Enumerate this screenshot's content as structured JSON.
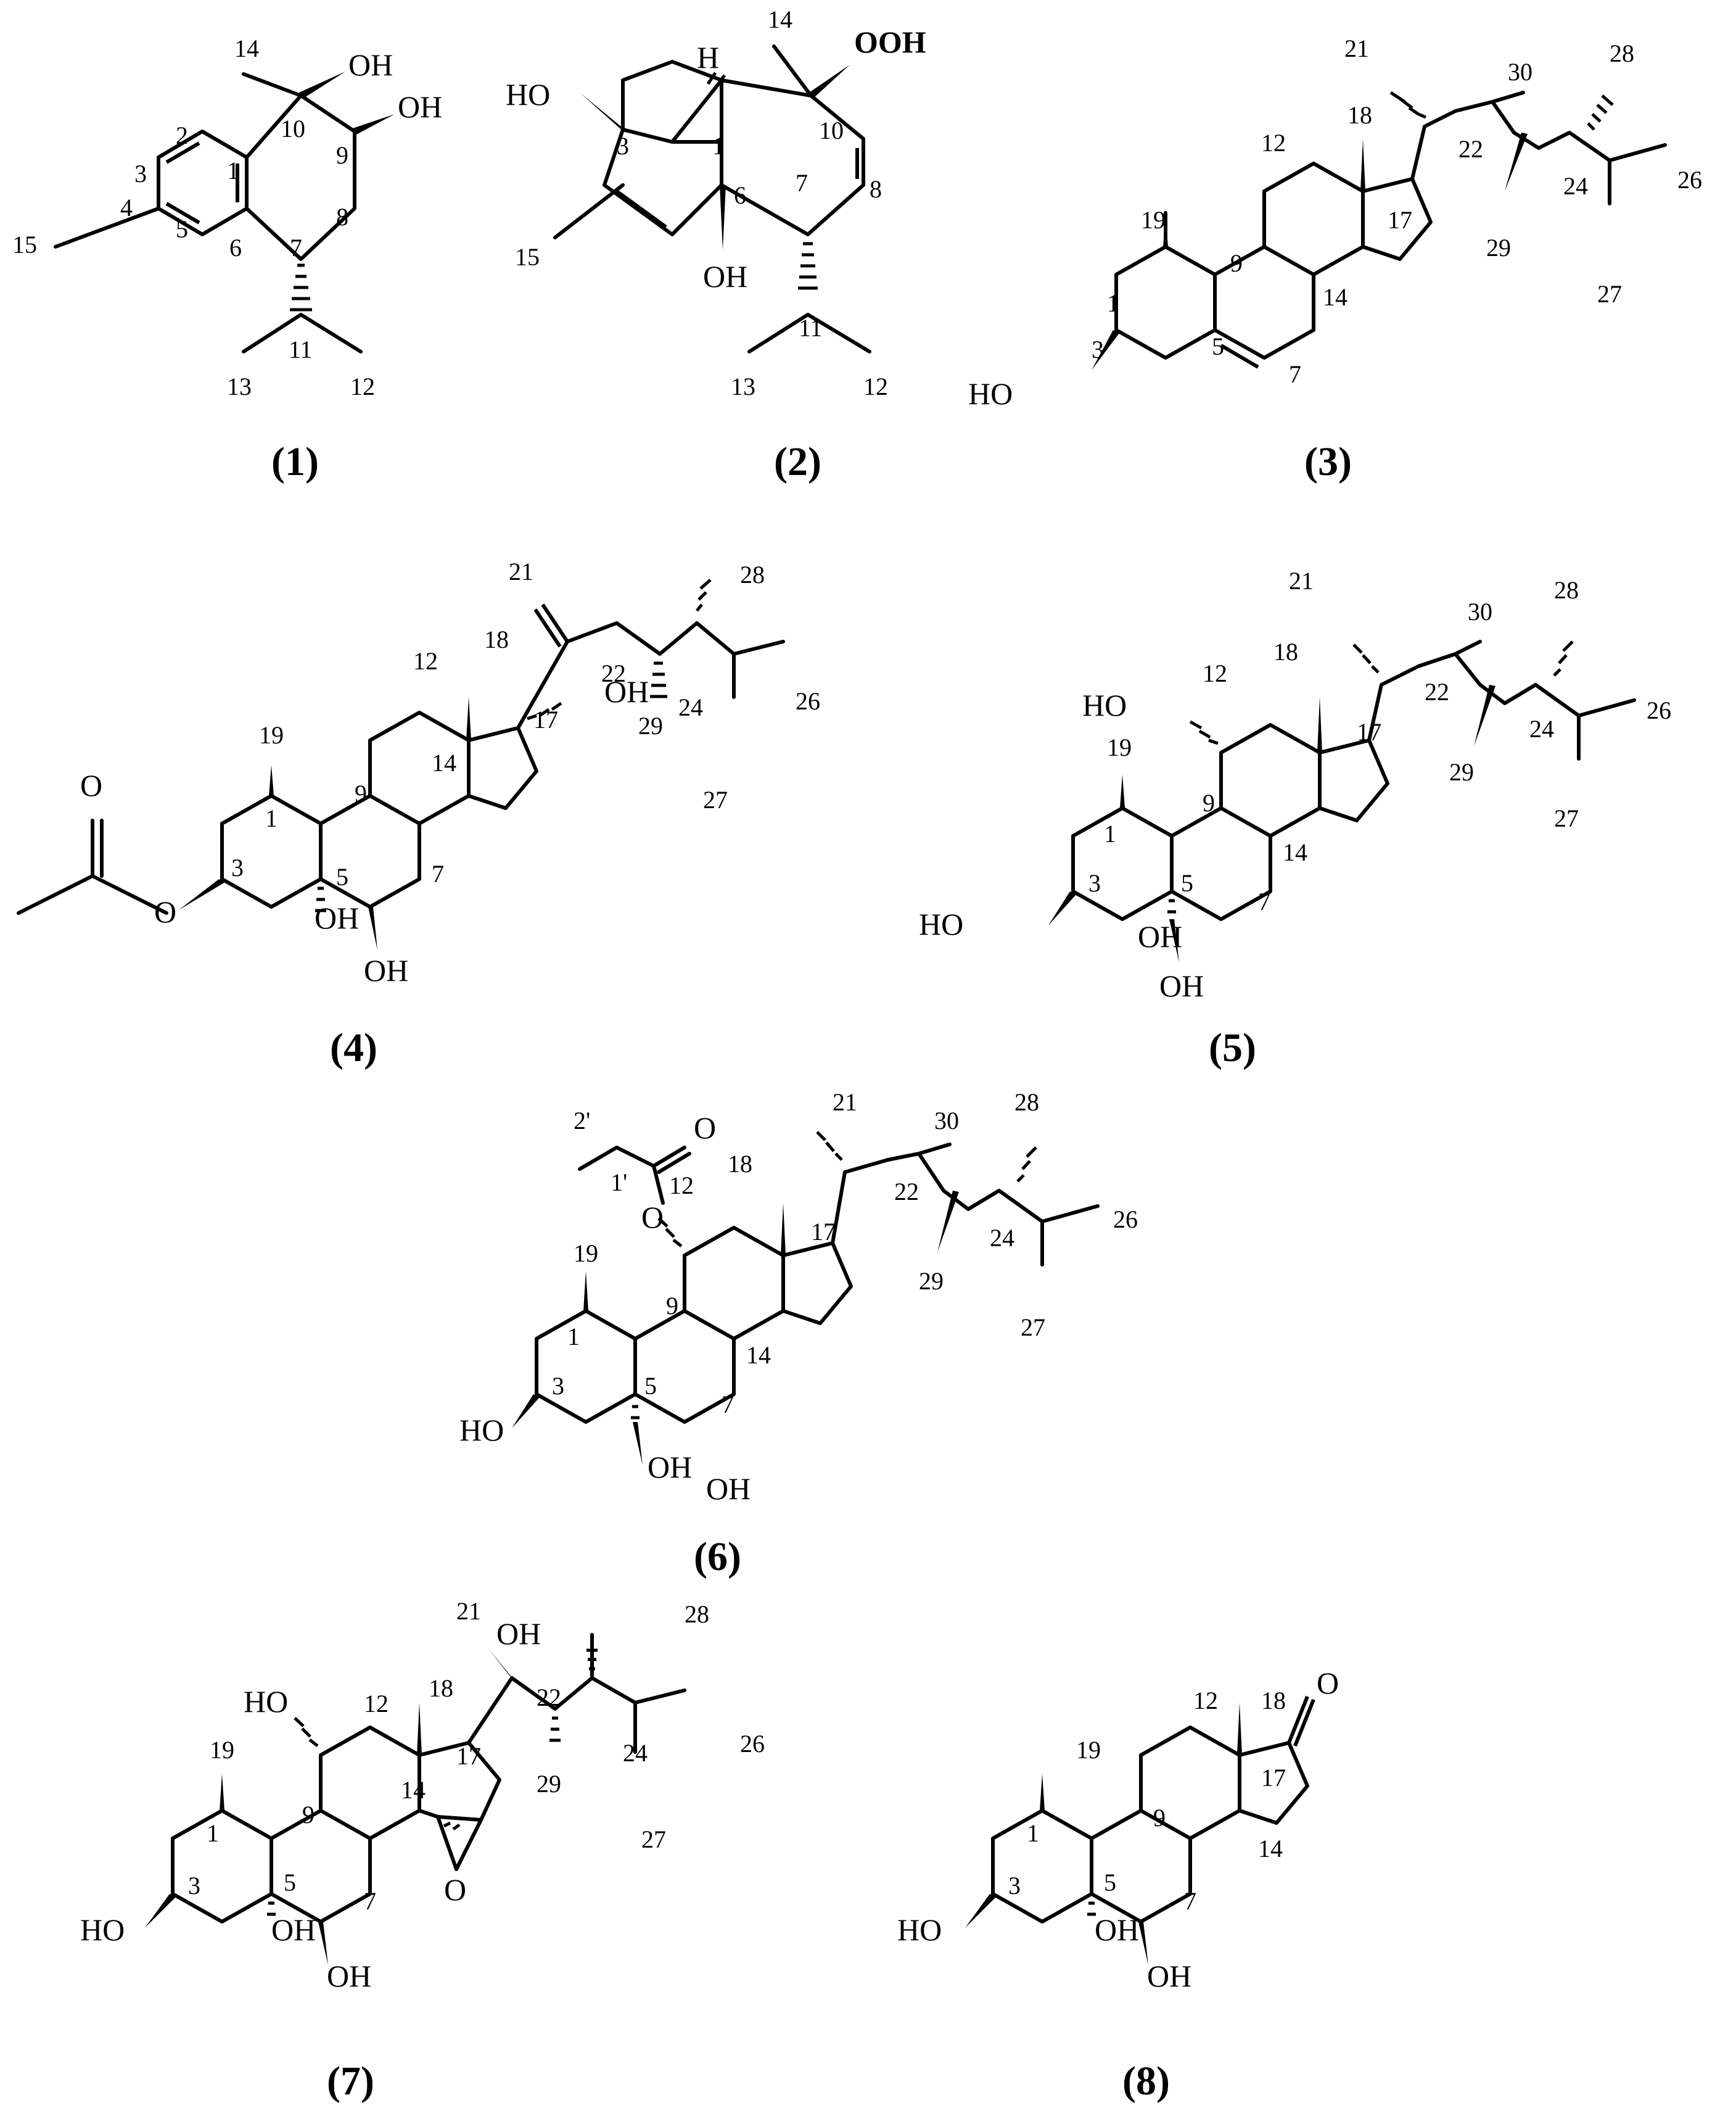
{
  "compounds": [
    {
      "id": "1",
      "caption": "(1)",
      "atom_numbers": [
        "14",
        "10",
        "9",
        "2",
        "1",
        "3",
        "4",
        "5",
        "6",
        "7",
        "8",
        "11",
        "12",
        "13",
        "15"
      ],
      "groups": [
        "OH",
        "OH"
      ]
    },
    {
      "id": "2",
      "caption": "(2)",
      "atom_numbers": [
        "14",
        "10",
        "1",
        "3",
        "6",
        "7",
        "8",
        "11",
        "12",
        "13",
        "15"
      ],
      "groups": [
        "HO",
        "H",
        "OOH",
        "OH"
      ]
    },
    {
      "id": "3",
      "caption": "(3)",
      "atom_numbers": [
        "21",
        "30",
        "28",
        "22",
        "24",
        "26",
        "29",
        "27",
        "12",
        "18",
        "17",
        "19",
        "9",
        "14",
        "1",
        "3",
        "5",
        "7"
      ],
      "groups": [
        "HO"
      ]
    },
    {
      "id": "4",
      "caption": "(4)",
      "atom_numbers": [
        "21",
        "28",
        "18",
        "12",
        "22",
        "24",
        "26",
        "17",
        "19",
        "9",
        "14",
        "1",
        "29",
        "27",
        "3",
        "5",
        "7"
      ],
      "groups": [
        "O",
        "O",
        "OH",
        "OH",
        "OH"
      ]
    },
    {
      "id": "5",
      "caption": "(5)",
      "atom_numbers": [
        "21",
        "30",
        "28",
        "18",
        "12",
        "22",
        "24",
        "26",
        "17",
        "19",
        "9",
        "14",
        "29",
        "27",
        "1",
        "3",
        "5",
        "7"
      ],
      "groups": [
        "HO",
        "HO",
        "OH",
        "OH"
      ]
    },
    {
      "id": "6",
      "caption": "(6)",
      "atom_numbers": [
        "2'",
        "1'",
        "21",
        "30",
        "28",
        "18",
        "12",
        "22",
        "24",
        "26",
        "17",
        "19",
        "9",
        "14",
        "29",
        "27",
        "1",
        "3",
        "5",
        "7"
      ],
      "groups": [
        "O",
        "O",
        "HO",
        "OH",
        "OH"
      ]
    },
    {
      "id": "7",
      "caption": "(7)",
      "atom_numbers": [
        "21",
        "28",
        "18",
        "12",
        "22",
        "24",
        "26",
        "17",
        "19",
        "9",
        "14",
        "29",
        "27",
        "1",
        "3",
        "5",
        "7"
      ],
      "groups": [
        "OH",
        "HO",
        "HO",
        "O",
        "OH",
        "OH"
      ]
    },
    {
      "id": "8",
      "caption": "(8)",
      "atom_numbers": [
        "18",
        "12",
        "17",
        "19",
        "9",
        "14",
        "1",
        "3",
        "5",
        "7"
      ],
      "groups": [
        "O",
        "HO",
        "OH",
        "OH"
      ]
    }
  ]
}
